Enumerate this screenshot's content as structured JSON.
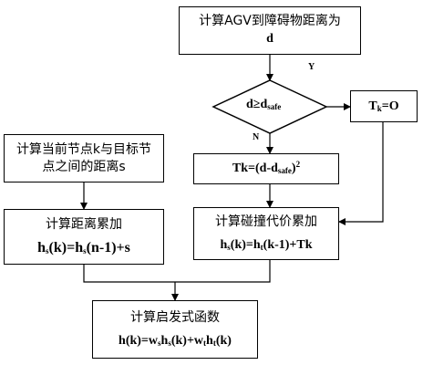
{
  "nodes": {
    "agv_distance": {
      "line1": "计算AGV到障碍物距离为",
      "line2": "d"
    },
    "decision": {
      "lhs": "d",
      "op": "≥",
      "rhs_base": "d",
      "rhs_sub": "safe"
    },
    "tk_zero": {
      "base": "T",
      "sub": "k",
      "rest": "=O"
    },
    "tk_formula": {
      "prefix": "Tk=(d-d",
      "sub": "safe",
      "suffix": ")",
      "sup": "2"
    },
    "collision_accum": {
      "title": "计算碰撞代价累加",
      "f_a": "h",
      "f_a_sub": "s",
      "f_b": "(k)=h",
      "f_b_sub": "t",
      "f_c": "(k-1)+Tk"
    },
    "node_distance": {
      "line1": "计算当前节点k与目标节",
      "line2": "点之间的距离s"
    },
    "distance_accum": {
      "title": "计算距离累加",
      "f_a": "h",
      "f_a_sub": "s",
      "f_b": "(k)=h",
      "f_b_sub": "s",
      "f_c": "(n-1)+s"
    },
    "heuristic": {
      "title": "计算启发式函数",
      "f_a": "h(k)=w",
      "f_a_sub": "s",
      "f_b": "h",
      "f_b_sub": "s",
      "f_c": "(k)+w",
      "f_c_sub": "t",
      "f_d": "h",
      "f_d_sub": "t",
      "f_e": "(k)"
    }
  },
  "labels": {
    "yes": "Y",
    "no": "N"
  }
}
